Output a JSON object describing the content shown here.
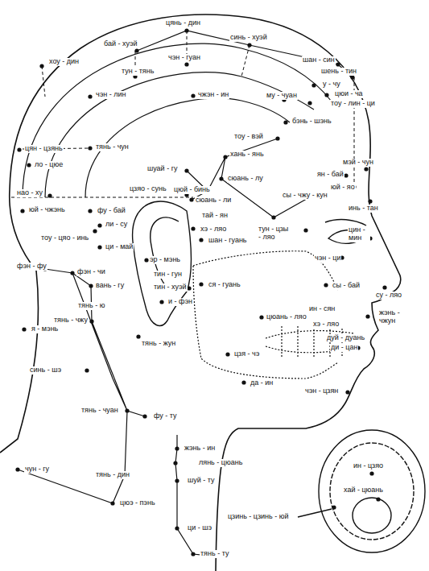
{
  "diagram": {
    "labels": [
      "цянь - дин",
      "бай - хуэй",
      "синь - хуэй",
      "чэн - гуан",
      "тун - тянь",
      "хоу - дин",
      "шан - син",
      "шень - тин",
      "у - чу",
      "цюи - ча",
      "тоу - лин - ци",
      "чэн - лин",
      "чжэн - ин",
      "му - чуан",
      "бэнь - шэнь",
      "цян - цзянь",
      "ло - цюе",
      "тянь - чун",
      "тоу - вэй",
      "хань - янь",
      "шуай - гу",
      "мэй - чун",
      "ян - бай",
      "юй - яо",
      "сюань - лу",
      "цзяо - сунь",
      "цюй - бинь",
      "сы - чжу - кун",
      "сюань - ли",
      "нао - ху",
      "юй - чжэнь",
      "фу - бай",
      "тай - ян",
      "инь - тан",
      "ли - су",
      "хэ - ляо",
      "тун - цзы - ляо",
      "шан - гуань",
      "цин - мин",
      "тоу - цяо - инь",
      "ци - май",
      "чэн - ци",
      "эр - мэнь",
      "сы - бай",
      "тин - гун",
      "тин - хуэй",
      "и - фэн",
      "ся - гуань",
      "фэн - фу",
      "фэн - чи",
      "вань - гу",
      "тянь - ю",
      "тянь - чжу",
      "я - мэнь",
      "ин - сян",
      "цюань - ляо",
      "хэ - ляо",
      "су - ляо",
      "жэнь - чжун",
      "дуй - дуань",
      "ди - цан",
      "тянь - жун",
      "цзя - чэ",
      "синь - шэ",
      "да - ин",
      "чэн - цзян",
      "тянь - чуан",
      "фу - ту",
      "жэнь - ин",
      "лянь - цюань",
      "шуй - ту",
      "ци - шэ",
      "тянь - ту",
      "чун - гу",
      "тянь - дин",
      "цюэ - пэнь",
      "ин - цзяо",
      "хай - цюань",
      "цзинь - цзинь - юй"
    ]
  }
}
